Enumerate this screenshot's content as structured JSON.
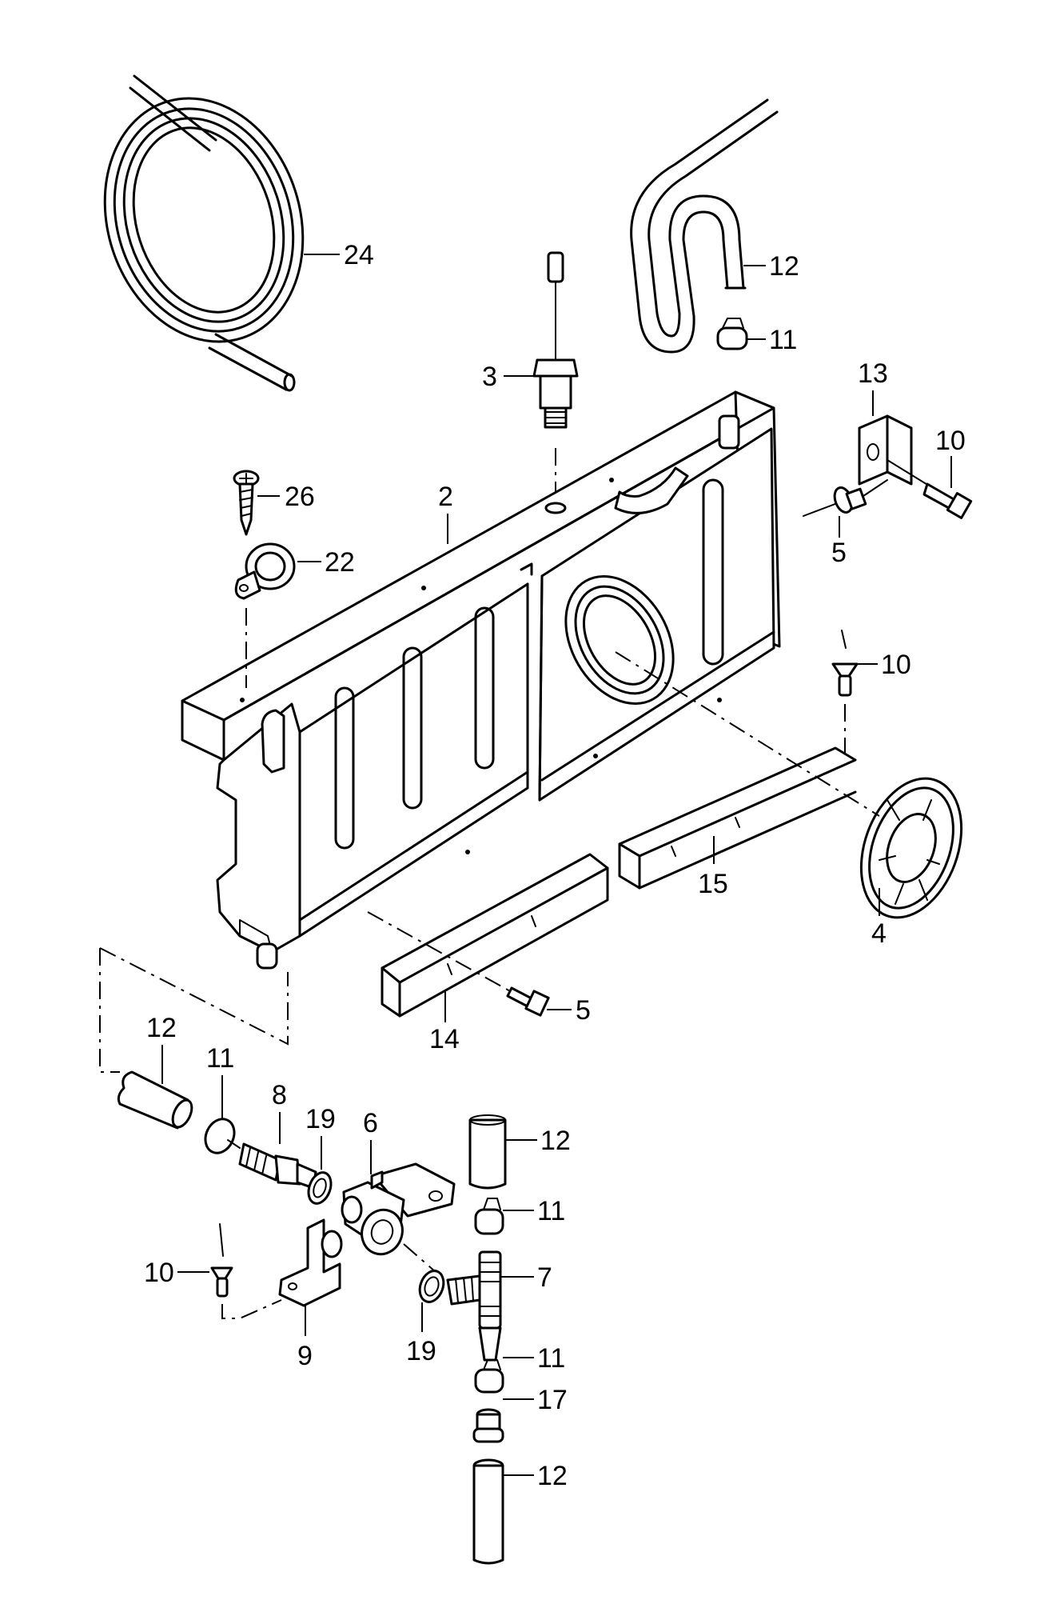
{
  "labels": {
    "p24": "24",
    "p12_top": "12",
    "p11_top": "11",
    "p3": "3",
    "p13": "13",
    "p10_bracket": "10",
    "p26": "26",
    "p2": "2",
    "p22": "22",
    "p5_rivet": "5",
    "p10_rivet": "10",
    "p15": "15",
    "p4": "4",
    "p5_bolt": "5",
    "p14": "14",
    "p12_left": "12",
    "p11_left": "11",
    "p8": "8",
    "p19_upper": "19",
    "p6": "6",
    "p12_vert_top": "12",
    "p11_upper": "11",
    "p7": "7",
    "p10_lower": "10",
    "p19_lower": "19",
    "p9": "9",
    "p11_lower": "11",
    "p17": "17",
    "p12_bottom": "12"
  }
}
